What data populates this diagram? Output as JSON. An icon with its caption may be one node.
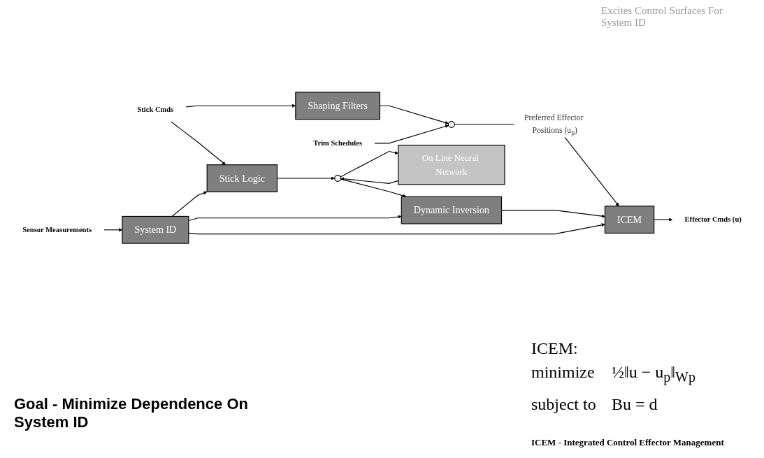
{
  "diagram": {
    "nodes": [
      {
        "text": [
          "Stick Cmds"
        ]
      },
      {
        "text": [
          "Shaping Filters"
        ]
      },
      {
        "text": [
          "On Line Neural Network"
        ]
      },
      {
        "text": [
          "Stick Logic"
        ]
      },
      {
        "text": [],
        "shape": "circle"
      },
      {
        "text": [
          "Dynamic Inversion"
        ]
      },
      {
        "text": [
          "Trim Schedules"
        ]
      },
      {
        "text": [],
        "shape": "circle"
      },
      {
        "text": [
          "ICEM"
        ]
      },
      {
        "text": [
          "Effector Cmds (u)"
        ]
      },
      {
        "text": [
          "System ID"
        ]
      },
      {
        "text": [
          "Sensor Measurements"
        ]
      }
    ],
    "edges": [
      {
        "from": 0,
        "to": 1,
        "arrow": "to"
      },
      {
        "from": 0,
        "to": 3,
        "arrow": "to"
      },
      {
        "from": 1,
        "to": 7,
        "arrow": "to"
      },
      {
        "from": 6,
        "to": 7,
        "arrow": "to"
      },
      {
        "from": 7,
        "to": 8,
        "arrow": "to",
        "label": "Preferred Effector Positions (u$_{p}$)"
      },
      {
        "from": 3,
        "to": 4,
        "arrow": "to"
      },
      {
        "from": 2,
        "to": 4,
        "arrow": "to"
      },
      {
        "from": 4,
        "to": 2,
        "arrow": "to"
      },
      {
        "from": 4,
        "to": 5,
        "arrow": "to"
      },
      {
        "from": 5,
        "to": 8,
        "arrow": "to"
      },
      {
        "from": 8,
        "to": 9,
        "arrow": "to"
      },
      {
        "from": 11,
        "to": 10,
        "arrow": "to"
      },
      {
        "from": 10,
        "to": 3,
        "arrow": "to"
      },
      {
        "from": 10,
        "to": 5,
        "arrow": "to"
      },
      {
        "from": 10,
        "to": 8,
        "arrow": "to"
      }
    ],
    "labels": [
      "Excites Control Surfaces For System ID",
      "ICEM:",
      "minimize",
      "½‖u − u$_{p}$‖$_{Wp}$",
      "subject to",
      "Bu = d",
      "Goal - Minimize Dependence On System ID",
      "ICEM - Integrated Control Effector Management"
    ]
  }
}
